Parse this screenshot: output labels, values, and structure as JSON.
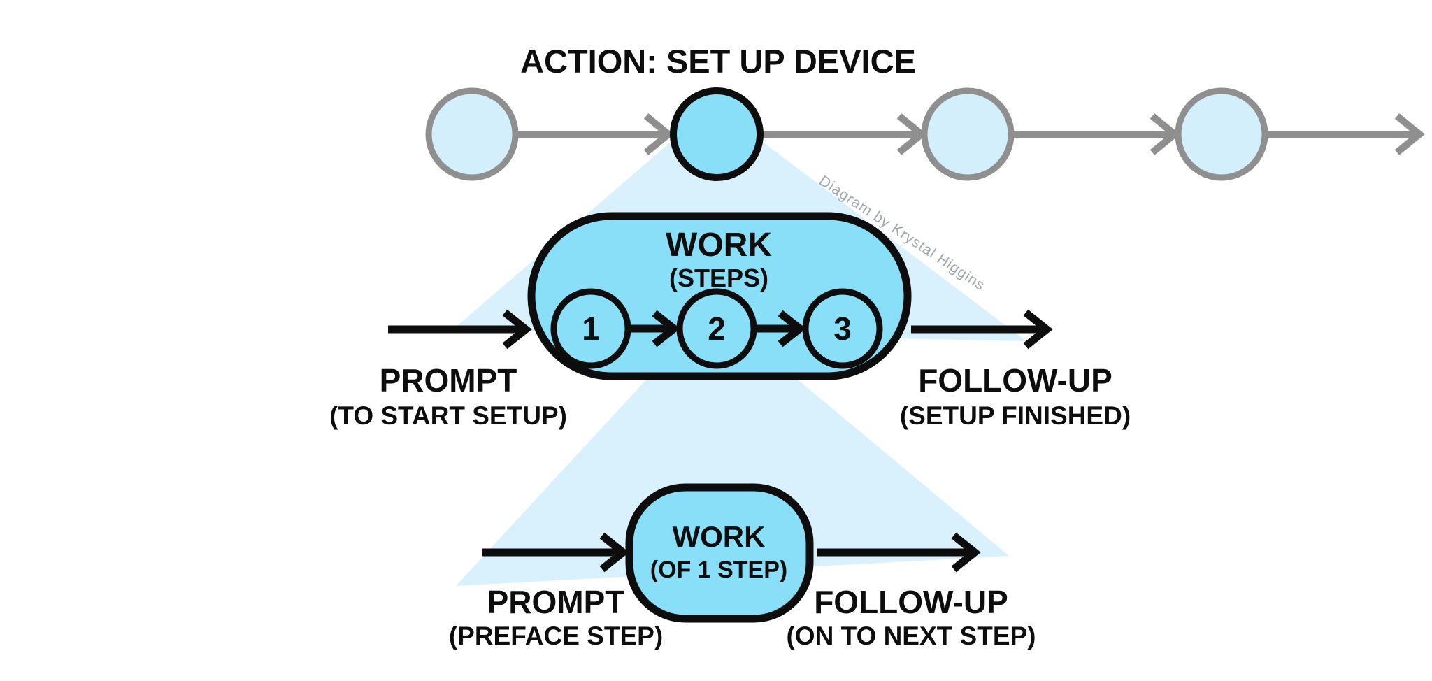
{
  "title": "ACTION: SET UP DEVICE",
  "watermark": "Diagram by Krystal Higgins",
  "colors": {
    "background": "#FFFFFF",
    "highlight_fill": "#89DFF8",
    "inactive_fill": "#D4EFFC",
    "inactive_stroke": "#8F8F8F",
    "beam_fill": "#D9F1FD",
    "outline": "#0D0D0D",
    "watermark_text": "#9EA7AE"
  },
  "timeline": {
    "description": "journey timeline of actions",
    "node_states": [
      "inactive",
      "active",
      "inactive",
      "inactive"
    ]
  },
  "setup_flow": {
    "work_label": "WORK",
    "work_sublabel": "(STEPS)",
    "steps": [
      "1",
      "2",
      "3"
    ],
    "prompt_label": "PROMPT",
    "prompt_sublabel": "(TO START SETUP)",
    "followup_label": "FOLLOW-UP",
    "followup_sublabel": "(SETUP FINISHED)"
  },
  "step_flow": {
    "work_label": "WORK",
    "work_sublabel": "(OF 1 STEP)",
    "prompt_label": "PROMPT",
    "prompt_sublabel": "(PREFACE STEP)",
    "followup_label": "FOLLOW-UP",
    "followup_sublabel": "(ON TO NEXT STEP)"
  }
}
